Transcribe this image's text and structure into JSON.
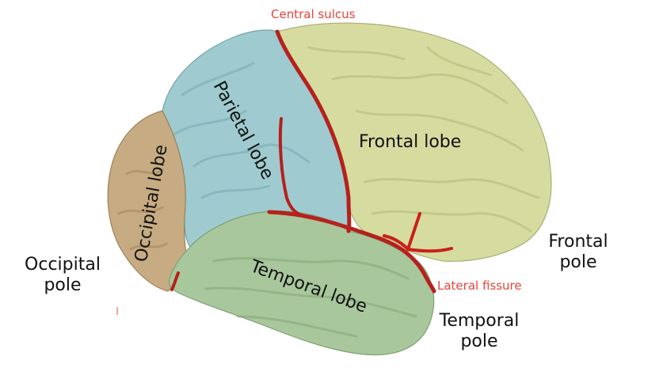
{
  "labels": {
    "central_sulcus": "Central sulcus",
    "lateral_fissure": "Lateral fissure",
    "frontal_lobe": "Frontal lobe",
    "parietal_lobe": "Parietal lobe",
    "occipital_lobe": "Occipital lobe",
    "temporal_lobe": "Temporal lobe",
    "frontal_pole": [
      "Frontal",
      "pole"
    ],
    "occipital_pole": [
      "Occipital",
      "pole"
    ],
    "temporal_pole": [
      "Temporal",
      "pole"
    ]
  },
  "colors": {
    "frontal": "#d6dca0",
    "parietal": "#9fcbd0",
    "occipital": "#c7ab82",
    "temporal": "#a9c79c",
    "sulcus": "#b5211c",
    "label_red": "#e8433a"
  }
}
